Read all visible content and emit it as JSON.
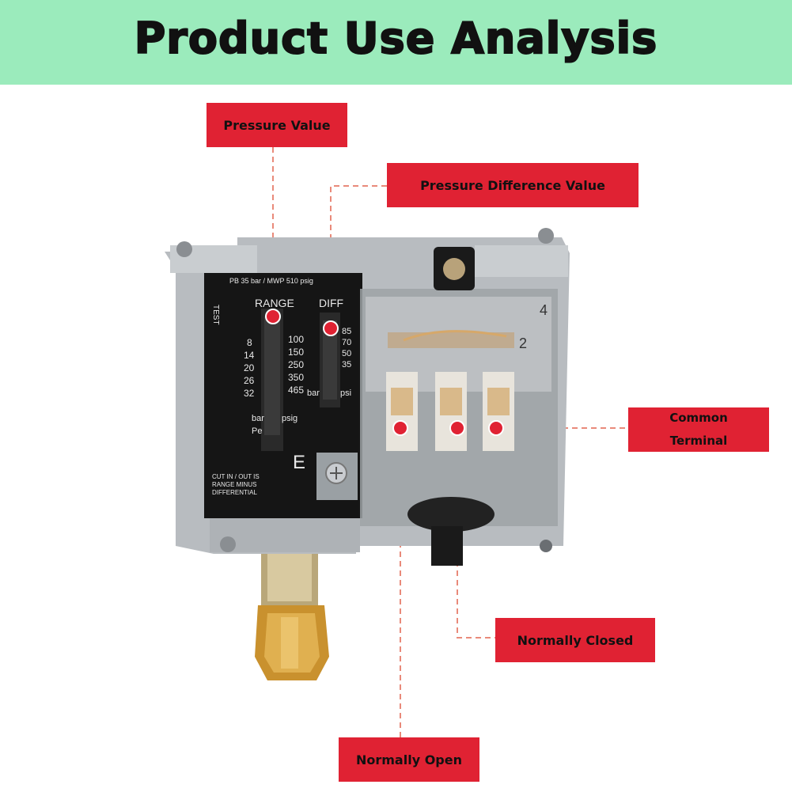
{
  "title": "Product Use Analysis",
  "callouts": {
    "pressure_value": "Pressure Value",
    "pressure_difference_value": "Pressure Difference Value",
    "common_terminal_line1": "Common",
    "common_terminal_line2": "Terminal",
    "normally_closed": "Normally Closed",
    "normally_open": "Normally Open"
  },
  "device_panel": {
    "rating": "PB 35 bar / MWP 510 psig",
    "range_label": "RANGE",
    "diff_label": "DIFF",
    "bar_scale": [
      "8",
      "14",
      "20",
      "26",
      "32"
    ],
    "psig_scale": [
      "100",
      "150",
      "250",
      "350",
      "465"
    ],
    "diff_psi_scale": [
      "85",
      "70",
      "50",
      "35"
    ],
    "unit_bar": "bar",
    "unit_psig": "psig",
    "unit_pe": "Pe",
    "unit_psi": "psi",
    "test_label": "TEST",
    "earth_label": "E",
    "note_line1": "CUT IN / OUT IS",
    "note_line2": "RANGE MINUS",
    "note_line3": "DIFFERENTIAL",
    "terminal_4": "4",
    "terminal_2": "2"
  },
  "colors": {
    "banner": "#9bebbc",
    "callout": "#e02233",
    "marker": "#e02233",
    "leader_line": "#e98a7a"
  }
}
